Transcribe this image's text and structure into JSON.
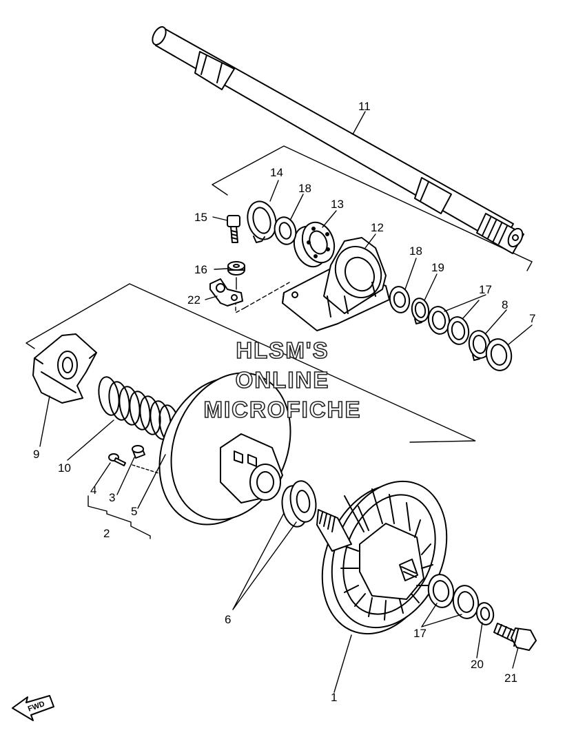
{
  "callouts": {
    "p1": "1",
    "p2": "2",
    "p3": "3",
    "p4": "4",
    "p5": "5",
    "p6": "6",
    "p7": "7",
    "p8": "8",
    "p9": "9",
    "p10": "10",
    "p11": "11",
    "p12": "12",
    "p13": "13",
    "p14": "14",
    "p15": "15",
    "p16": "16",
    "p17a": "17",
    "p17b": "17",
    "p18a": "18",
    "p18b": "18",
    "p19": "19",
    "p20": "20",
    "p21": "21",
    "p22": "22"
  },
  "watermark": {
    "line1": "HLSM'S",
    "line2": "ONLINE",
    "line3": "MICROFICHE"
  },
  "direction_badge": {
    "label": "FWD"
  },
  "colors": {
    "ink": "#000000",
    "paper": "#ffffff"
  }
}
